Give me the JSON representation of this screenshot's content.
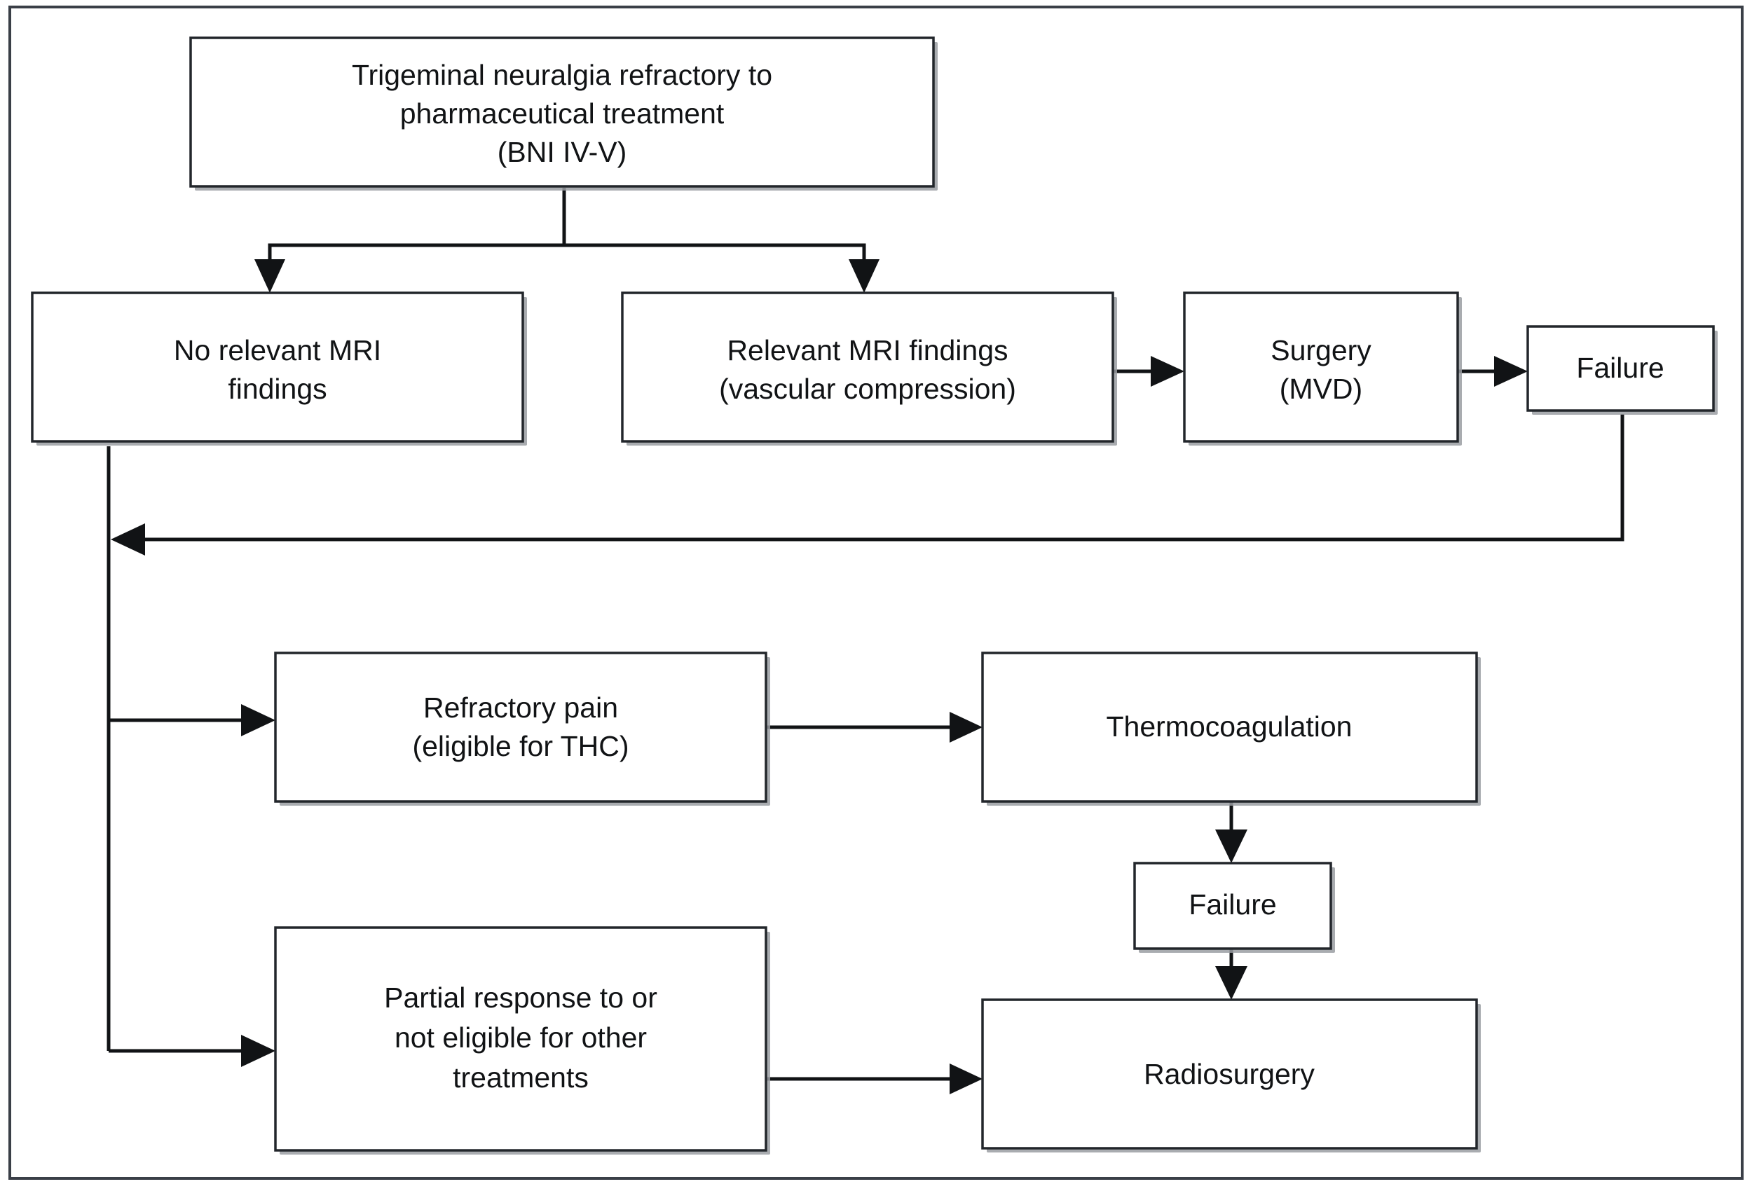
{
  "diagram": {
    "title": "Treatment algorithm for trigeminal neuralgia refractory to pharmaceutical treatment",
    "type": "flowchart",
    "background_color": "#ffffff",
    "line_color": "#111315",
    "box_border_color": "#22262b",
    "frame_color": "#3a3f47",
    "nodes": [
      {
        "id": "root",
        "lines": [
          "Trigeminal neuralgia refractory to",
          "pharmaceutical treatment",
          "(BNI IV-V)"
        ]
      },
      {
        "id": "no-mri",
        "lines": [
          "No relevant MRI",
          "findings"
        ]
      },
      {
        "id": "relevant-mri",
        "lines": [
          "Relevant MRI findings",
          "(vascular compression)"
        ]
      },
      {
        "id": "surgery",
        "lines": [
          "Surgery",
          "(MVD)"
        ]
      },
      {
        "id": "failure-surgery",
        "lines": [
          "Failure"
        ]
      },
      {
        "id": "refractory-pain",
        "lines": [
          "Refractory pain",
          "(eligible for THC)"
        ]
      },
      {
        "id": "thermocoagulation",
        "lines": [
          "Thermocoagulation"
        ]
      },
      {
        "id": "failure-thermo",
        "lines": [
          "Failure"
        ]
      },
      {
        "id": "partial-response",
        "lines": [
          "Partial response to or",
          "not eligible for other",
          "treatments"
        ]
      },
      {
        "id": "radiosurgery",
        "lines": [
          "Radiosurgery"
        ]
      }
    ],
    "edges": [
      {
        "from": "root",
        "to": "no-mri",
        "style": "elbow-split-left"
      },
      {
        "from": "root",
        "to": "relevant-mri",
        "style": "elbow-split-right"
      },
      {
        "from": "relevant-mri",
        "to": "surgery",
        "style": "straight-right"
      },
      {
        "from": "surgery",
        "to": "failure-surgery",
        "style": "straight-right"
      },
      {
        "from": "failure-surgery",
        "to": "no-mri-trunk",
        "style": "feedback-left"
      },
      {
        "from": "no-mri",
        "to": "refractory-pain",
        "style": "elbow-down-right"
      },
      {
        "from": "no-mri",
        "to": "partial-response",
        "style": "elbow-down-right"
      },
      {
        "from": "refractory-pain",
        "to": "thermocoagulation",
        "style": "straight-right"
      },
      {
        "from": "thermocoagulation",
        "to": "failure-thermo",
        "style": "straight-down"
      },
      {
        "from": "failure-thermo",
        "to": "radiosurgery",
        "style": "straight-down"
      },
      {
        "from": "partial-response",
        "to": "radiosurgery",
        "style": "straight-right"
      }
    ]
  },
  "labels": {
    "root_line1": "Trigeminal neuralgia refractory to",
    "root_line2": "pharmaceutical treatment",
    "root_line3": "(BNI IV-V)",
    "no_mri_line1": "No relevant MRI",
    "no_mri_line2": "findings",
    "relevant_mri_line1": "Relevant MRI findings",
    "relevant_mri_line2": "(vascular compression)",
    "surgery_line1": "Surgery",
    "surgery_line2": "(MVD)",
    "failure_surgery": "Failure",
    "refractory_line1": "Refractory pain",
    "refractory_line2": "(eligible for THC)",
    "thermocoagulation": "Thermocoagulation",
    "failure_thermo": "Failure",
    "partial_line1": "Partial response to or",
    "partial_line2": "not eligible for other",
    "partial_line3": "treatments",
    "radiosurgery": "Radiosurgery"
  }
}
